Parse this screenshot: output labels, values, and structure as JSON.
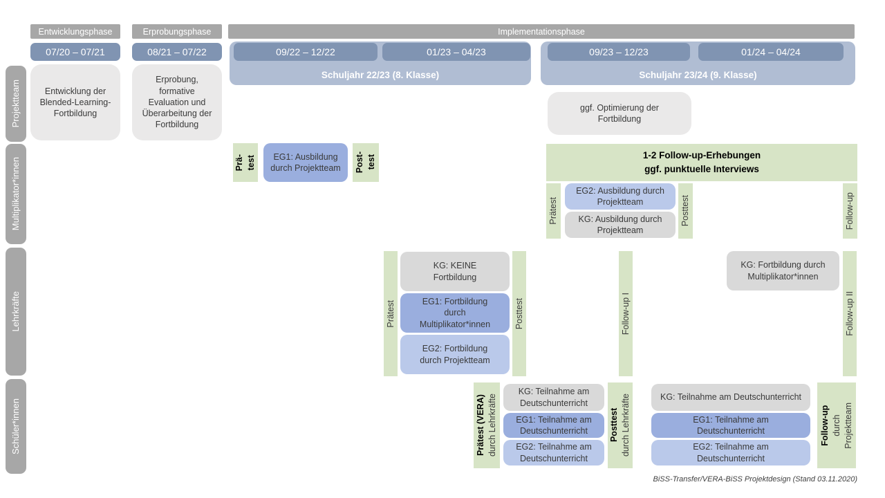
{
  "caption": "BiSS-Transfer/VERA-BiSS Projektdesign (Stand 03.11.2020)",
  "colors": {
    "header_gray": "#a7a7a7",
    "date_blue": "#8094b2",
    "schuljahr_blue": "#b0bdd3",
    "box_light_gray": "#eae9e9",
    "kg_gray": "#d9d9d9",
    "eg1_blue": "#9aaede",
    "eg2_blue": "#bac9ea",
    "test_green": "#d7e4c6"
  },
  "sidebar": {
    "rows": [
      {
        "label": "Projektteam"
      },
      {
        "label": "Multiplikator*innen"
      },
      {
        "label": "Lehrkräfte"
      },
      {
        "label": "Schüler*innen"
      }
    ]
  },
  "phases": {
    "entwicklung": {
      "label": "Entwicklungsphase",
      "date": "07/20 – 07/21"
    },
    "erprobung": {
      "label": "Erprobungsphase",
      "date": "08/21 – 07/22"
    },
    "implementation": {
      "label": "Implementationsphase",
      "schuljahr1": {
        "label": "Schuljahr 22/23 (8. Klasse)",
        "date1": "09/22 – 12/22",
        "date2": "01/23 – 04/23"
      },
      "schuljahr2": {
        "label": "Schuljahr 23/24 (9. Klasse)",
        "date1": "09/23 – 12/23",
        "date2": "01/24 – 04/24"
      }
    }
  },
  "projektteam": {
    "entwicklung_box": "Entwicklung der Blended-Learning-Fortbildung",
    "erprobung_box": "Erprobung, formative Evaluation und Überarbeitung der Fortbildung",
    "optimierung_box": "ggf. Optimierung der Fortbildung"
  },
  "multiplikator": {
    "praetest_early": {
      "line1": "Prä-",
      "line2": "test"
    },
    "eg1_box": "EG1: Ausbildung durch Projektteam",
    "posttest_early": {
      "line1": "Post-",
      "line2": "test"
    },
    "followup_header": {
      "line1": "1-2 Follow-up-Erhebungen",
      "line2": "ggf. punktuelle Interviews"
    },
    "praetest": "Prätest",
    "eg2_box": "EG2: Ausbildung durch Projektteam",
    "kg_box": "KG: Ausbildung durch Projektteam",
    "posttest": "Posttest",
    "followup": "Follow-up"
  },
  "lehrkraefte": {
    "praetest": "Prätest",
    "kg_box": "KG: KEINE Fortbildung",
    "eg1_box": "EG1: Fortbildung durch Multiplikator*innen",
    "eg2_box": "EG2: Fortbildung durch Projektteam",
    "posttest": "Posttest",
    "followup1": "Follow-up I",
    "kg_box2": "KG: Fortbildung durch Multiplikator*innen",
    "followup2": "Follow-up II"
  },
  "schueler": {
    "praetest": {
      "line1": "Prätest (VERA)",
      "line2": "durch Lehrkräfte"
    },
    "kg_box1": "KG: Teilnahme am Deutschunterricht",
    "eg1_box1": "EG1: Teilnahme am Deutschunterricht",
    "eg2_box1": "EG2: Teilnahme am Deutschunterricht",
    "posttest": {
      "line1": "Posttest",
      "line2": "durch Lehrkräfte"
    },
    "kg_box2": "KG: Teilnahme am Deutschunterricht",
    "eg1_box2": "EG1: Teilnahme am Deutschunterricht",
    "eg2_box2": "EG2: Teilnahme am Deutschunterricht",
    "followup": {
      "line1": "Follow-up",
      "line2": "durch",
      "line3": "Projektteam"
    }
  }
}
